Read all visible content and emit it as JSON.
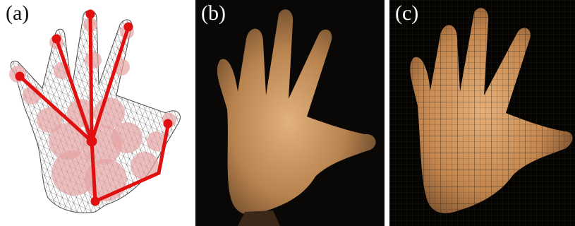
{
  "panels": [
    {
      "label": "(a)",
      "depicts": "hand-mesh-skeleton-icon"
    },
    {
      "label": "(b)",
      "depicts": "hand-photo-icon"
    },
    {
      "label": "(c)",
      "depicts": "hand-quadtree-icon"
    }
  ],
  "colors": {
    "skeleton": "#e01010",
    "sphere": "#e7a4a4",
    "mesh": "#333333",
    "skin": "#c08a55",
    "background_dark": "#0a0806",
    "grid": "#1e1a14"
  }
}
